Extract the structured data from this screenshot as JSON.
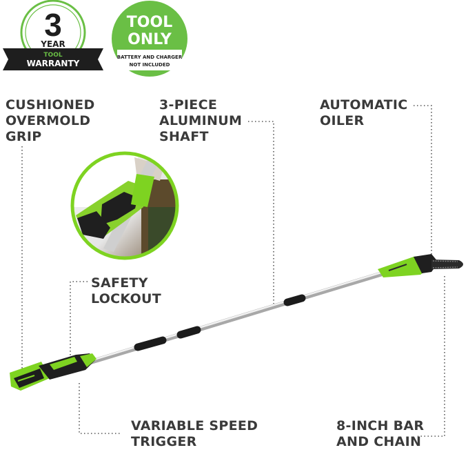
{
  "warranty_badge": {
    "number": "3",
    "word": "YEAR",
    "line1": "TOOL",
    "line2": "WARRANTY",
    "color": "#6abf45"
  },
  "tool_only_badge": {
    "line1": "TOOL",
    "line2": "ONLY",
    "sub1": "BATTERY AND CHARGER",
    "sub2": "NOT INCLUDED",
    "color": "#6abf45"
  },
  "callouts": {
    "grip": [
      "CUSHIONED",
      "OVERMOLD",
      "GRIP"
    ],
    "shaft": [
      "3-PIECE",
      "ALUMINUM",
      "SHAFT"
    ],
    "oiler": [
      "AUTOMATIC",
      "OILER"
    ],
    "lockout": [
      "SAFETY",
      "LOCKOUT"
    ],
    "trigger": [
      "VARIABLE SPEED",
      "TRIGGER"
    ],
    "bar": [
      "8-INCH BAR",
      "AND CHAIN"
    ]
  },
  "colors": {
    "tool_green": "#7ed321",
    "label_text": "#3a3a3a",
    "leader_line": "#555555"
  }
}
